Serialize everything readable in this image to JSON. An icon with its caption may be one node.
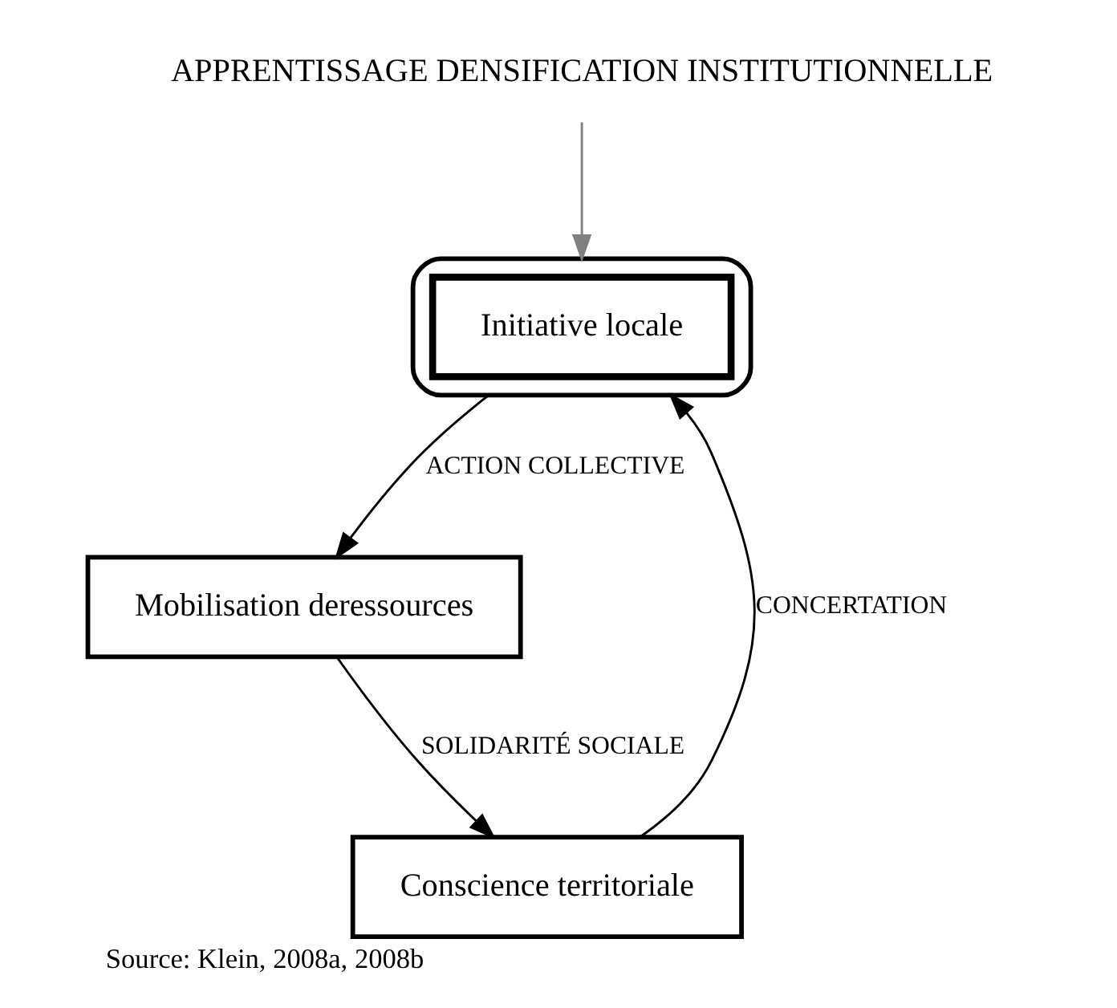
{
  "diagram": {
    "caption": "Source: Klein, 2008a, 2008b",
    "nodes": [
      {
        "text": [],
        "shape": "ellipse"
      },
      {
        "text": [
          "Initiative locale"
        ],
        "in": 0
      },
      {
        "text": [
          "Mobilisation deressources"
        ]
      },
      {
        "text": [
          "Conscience territoriale"
        ]
      },
      {
        "text": [
          "APPRENTISSAGE DENSIFICATION INSTITUTIONNELLE"
        ]
      }
    ],
    "edges": [
      {
        "from": 0,
        "to": 2,
        "arrow": "to",
        "label": "ACTION COLLECTIVE"
      },
      {
        "from": 2,
        "to": 3,
        "arrow": "to",
        "label": "SOLIDARITÉ SOCIALE"
      },
      {
        "from": 3,
        "to": 0,
        "arrow": "to",
        "label": "CONCERTATION"
      },
      {
        "from": 4,
        "to": 0,
        "arrow": "to",
        "color": "#808080"
      }
    ]
  }
}
